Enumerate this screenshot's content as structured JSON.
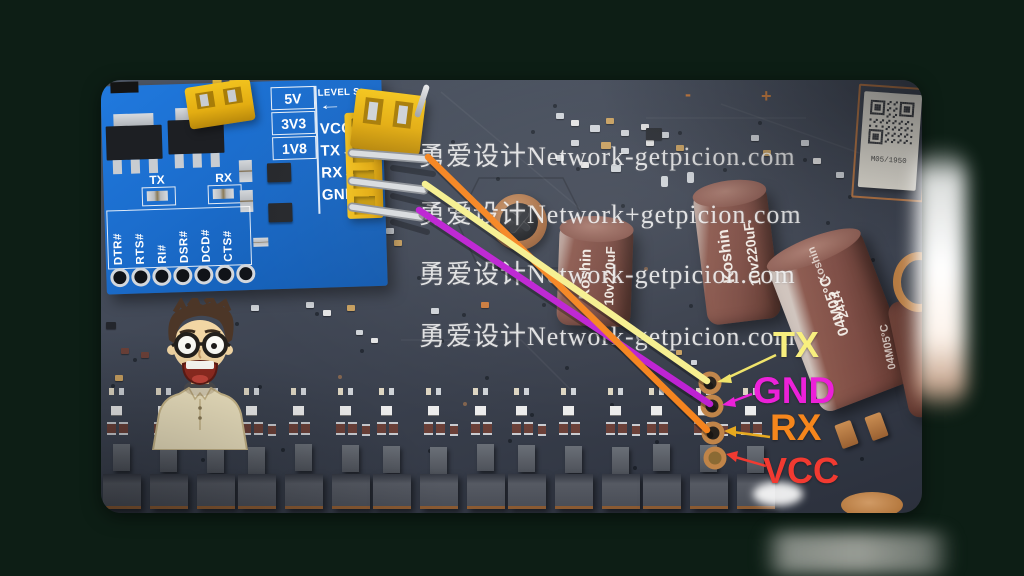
{
  "watermarks": [
    "勇爱设计Network-getpicion.com",
    "勇爱设计Network+getpicion.com",
    "勇爱设计Network-getpicion.com",
    "勇爱设计Network-getpicion.com"
  ],
  "module": {
    "voltage_options": [
      "5V",
      "3V3",
      "1V8"
    ],
    "level_label": "LEVEL S",
    "arrow_left": "←",
    "pin_labels": [
      "VCC",
      "TX",
      "RX",
      "GND"
    ],
    "led_labels": [
      "TX",
      "RX"
    ],
    "serial_labels": [
      "DTR#",
      "RTS#",
      "RI#",
      "DSR#",
      "DCD#",
      "CTS#"
    ]
  },
  "annotations": {
    "tx": {
      "label": "TX",
      "color": "#f8ef7c"
    },
    "gnd": {
      "label": "GND",
      "color": "#ec1fd9"
    },
    "rx": {
      "label": "RX",
      "color": "#f6861c"
    },
    "vcc": {
      "label": "VCC",
      "color": "#f23a31"
    }
  },
  "wires": {
    "tx_wire_color": "#f6ef8e",
    "rx_wire_color": "#f5831d",
    "gnd_wire_color": "#bc1fd2"
  },
  "capacitors": [
    {
      "brand": "Koshin",
      "value": "10v220uF"
    },
    {
      "brand": "Koshin",
      "value": "10v220uF"
    },
    {
      "brand": "Koshin",
      "line1": "04M05°C",
      "line2": "2414"
    }
  ],
  "qr_sticker": {
    "label": "M05/1950"
  },
  "board_marks": {
    "plus": "+",
    "minus": "-"
  }
}
